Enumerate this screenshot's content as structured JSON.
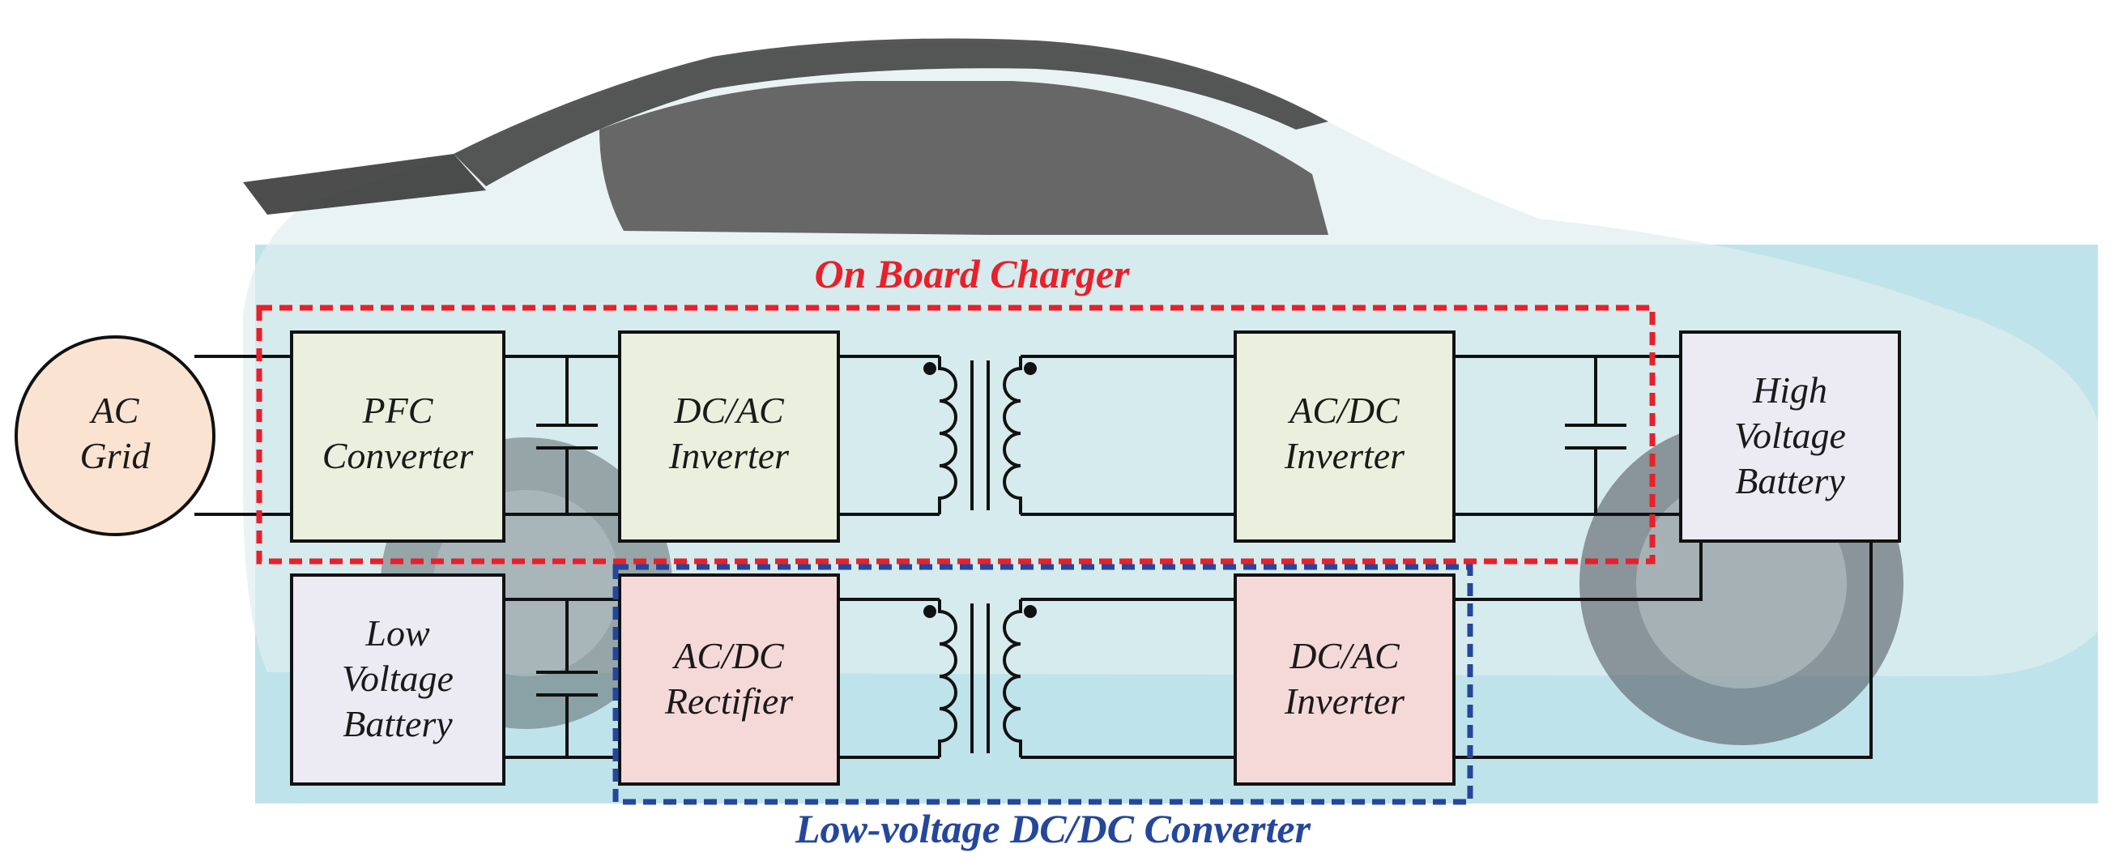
{
  "colors": {
    "background_panel": "#bfe3ea",
    "car_body": "#dfeeee",
    "ac_grid_fill": "#fbe3d2",
    "converter_fill": "#eaf0dd",
    "rectifier_fill": "#f5d9d9",
    "battery_fill": "#ecebf4",
    "on_board_charger": "#e8202a",
    "ldc": "#24479c",
    "wire": "#111111"
  },
  "labels": {
    "on_board_charger": "On Board Charger",
    "ldc": "Low-voltage DC/DC Converter"
  },
  "blocks": {
    "ac_grid": [
      "AC",
      "Grid"
    ],
    "pfc": [
      "PFC",
      "Converter"
    ],
    "dcac_top": [
      "DC/AC",
      "Inverter"
    ],
    "acdc_top": [
      "AC/DC",
      "Inverter"
    ],
    "hv_battery": [
      "High",
      "Voltage",
      "Battery"
    ],
    "lv_battery": [
      "Low",
      "Voltage",
      "Battery"
    ],
    "acdc_rect": [
      "AC/DC",
      "Rectifier"
    ],
    "dcac_bottom": [
      "DC/AC",
      "Inverter"
    ]
  }
}
